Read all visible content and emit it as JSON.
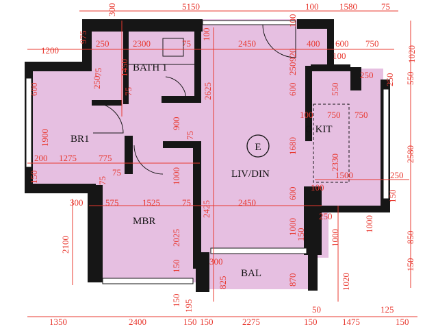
{
  "colors": {
    "wall": "#161616",
    "room_fill": "#e6bfe1",
    "dimension": "#e8382f",
    "window": "#ffffff",
    "label": "#111111"
  },
  "rooms": {
    "bath": "BATH 1",
    "br1": "BR1",
    "mbr": "MBR",
    "livdin": "LIV/DIN",
    "kit": "O KIT",
    "bal": "BAL",
    "entrance": "E"
  },
  "dims": {
    "top_300": "300",
    "top_5150": "5150",
    "top_100a": "100",
    "top_1580": "1580",
    "top_75a": "75",
    "top_100b": "100",
    "left_975": "975",
    "row_1200": "1200",
    "row_250a": "250",
    "row_2300": "2300",
    "row_75a": "75",
    "row_2450a": "2450",
    "row_400": "400",
    "row_600a": "600",
    "row_750a": "750",
    "right_1020a": "1020",
    "v_920": "920",
    "v_100c": "100",
    "row_100d": "100",
    "v_1450": "1450",
    "v_250b": "250",
    "v_75b": "75",
    "v_75c": "75",
    "v_2625": "2625",
    "v_600b": "600",
    "v_250c": "250",
    "v_600c": "600",
    "row_250d": "250",
    "v_550a": "550",
    "v_550b": "550",
    "right_250e": "250",
    "v_900": "900",
    "row_100e": "100",
    "row_750b": "750",
    "row_750c": "750",
    "v_1900": "1900",
    "v_1680": "1680",
    "v_75d": "75",
    "v_1000a": "1000",
    "v_2330": "2330",
    "v_2580": "2580",
    "row_200": "200",
    "row_1275": "1275",
    "row_775": "775",
    "row_75e": "75",
    "v_150a": "150",
    "v_75f": "75",
    "row_1500": "1500",
    "row_250f": "250",
    "row_100f": "100",
    "v_600d": "600",
    "v_150b": "150",
    "v_2425": "2425",
    "row_300a": "300",
    "row_575": "575",
    "row_1525": "1525",
    "row_75g": "75",
    "row_2450b": "2450",
    "row_250g": "250",
    "v_1000b": "1000",
    "v_1000c": "1000",
    "v_1000d": "1000",
    "v_850": "850",
    "v_2100": "2100",
    "v_2025": "2025",
    "v_150c": "150",
    "row_300b": "300",
    "v_825": "825",
    "v_870": "870",
    "v_1020b": "1020",
    "v_150d": "150",
    "v_150e": "150",
    "v_195": "195",
    "v_150f": "150",
    "row_50": "50",
    "row_125": "125",
    "bot_1350": "1350",
    "bot_2400": "2400",
    "bot_150a": "150",
    "bot_150b": "150",
    "bot_2275": "2275",
    "bot_150c": "150",
    "bot_1475": "1475",
    "bot_150d": "150"
  }
}
